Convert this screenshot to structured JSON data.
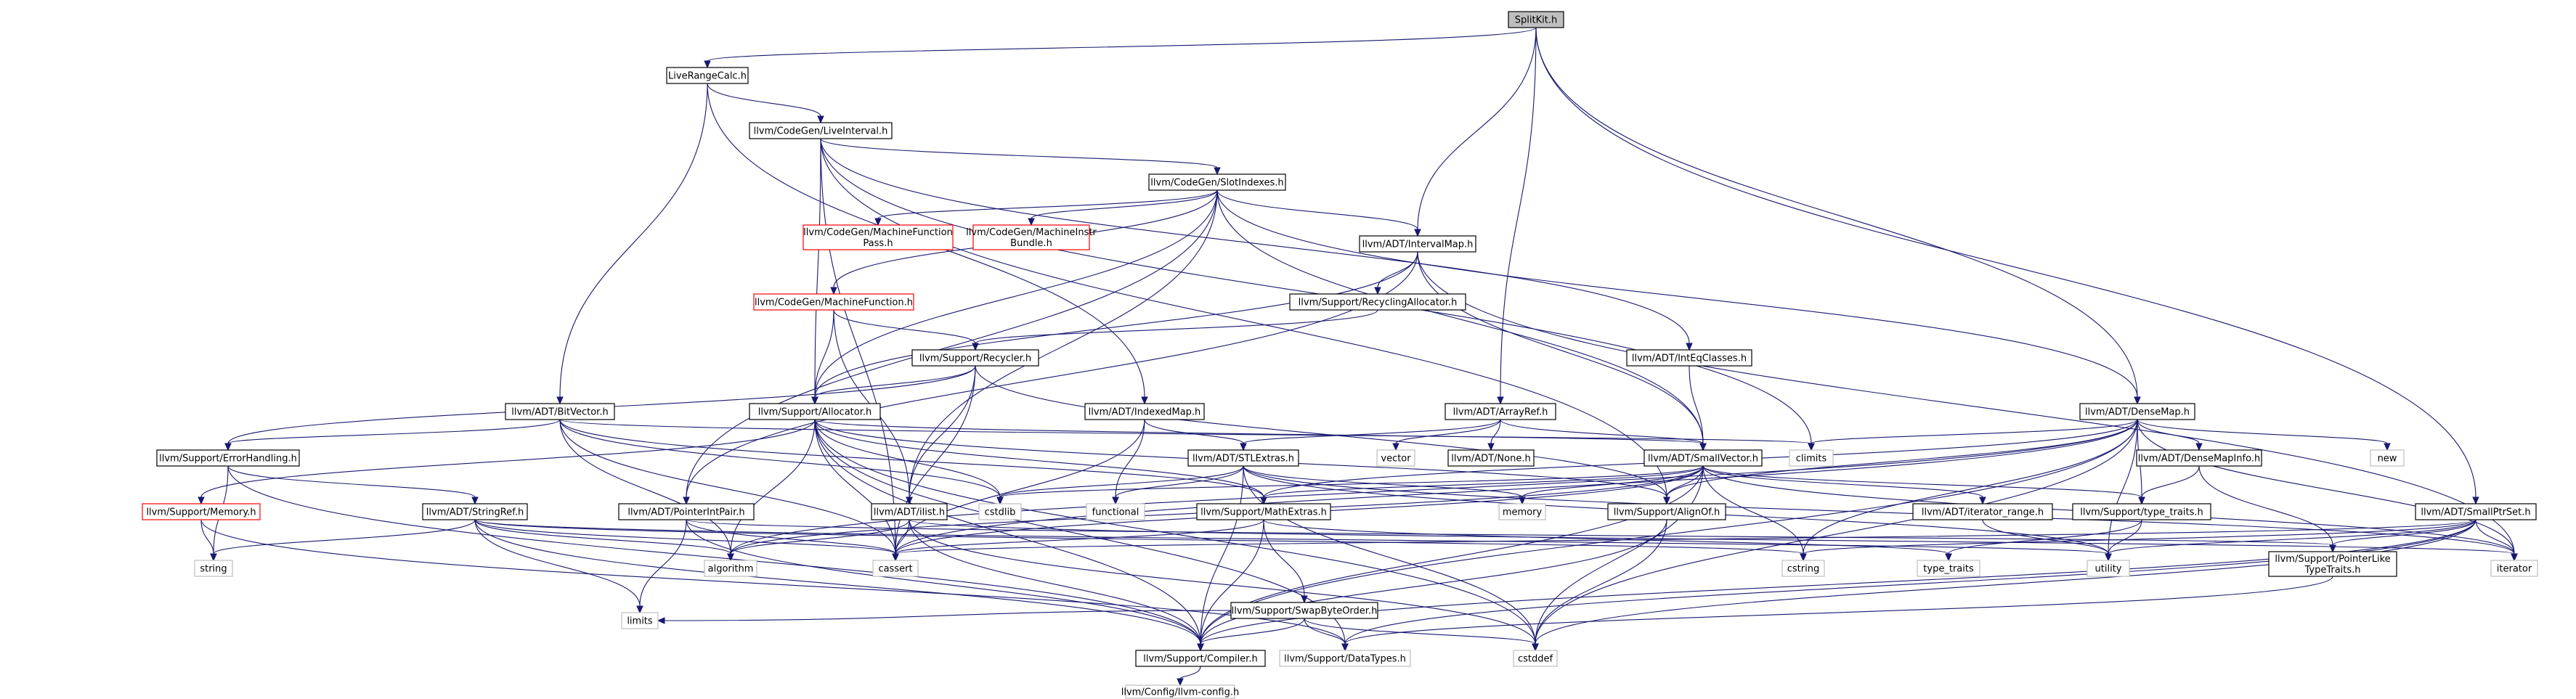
{
  "graph": {
    "title": "SplitKit.h",
    "edge_color": "#191970",
    "nodes": [
      {
        "id": "splitkit",
        "label": [
          "SplitKit.h"
        ],
        "style": "root"
      },
      {
        "id": "liverangecalc",
        "label": [
          "LiveRangeCalc.h"
        ],
        "style": "normal"
      },
      {
        "id": "liveinterval",
        "label": [
          "llvm/CodeGen/LiveInterval.h"
        ],
        "style": "normal"
      },
      {
        "id": "slotindexes",
        "label": [
          "llvm/CodeGen/SlotIndexes.h"
        ],
        "style": "normal"
      },
      {
        "id": "mfpass",
        "label": [
          "llvm/CodeGen/MachineFunction",
          "Pass.h"
        ],
        "style": "red"
      },
      {
        "id": "mibundle",
        "label": [
          "llvm/CodeGen/MachineInstr",
          "Bundle.h"
        ],
        "style": "red"
      },
      {
        "id": "intervalmap",
        "label": [
          "llvm/ADT/IntervalMap.h"
        ],
        "style": "normal"
      },
      {
        "id": "machinefunction",
        "label": [
          "llvm/CodeGen/MachineFunction.h"
        ],
        "style": "red"
      },
      {
        "id": "recyclingalloc",
        "label": [
          "llvm/Support/RecyclingAllocator.h"
        ],
        "style": "normal"
      },
      {
        "id": "recycler",
        "label": [
          "llvm/Support/Recycler.h"
        ],
        "style": "normal"
      },
      {
        "id": "inteqclasses",
        "label": [
          "llvm/ADT/IntEqClasses.h"
        ],
        "style": "normal"
      },
      {
        "id": "bitvector",
        "label": [
          "llvm/ADT/BitVector.h"
        ],
        "style": "normal"
      },
      {
        "id": "allocator",
        "label": [
          "llvm/Support/Allocator.h"
        ],
        "style": "normal"
      },
      {
        "id": "indexedmap",
        "label": [
          "llvm/ADT/IndexedMap.h"
        ],
        "style": "normal"
      },
      {
        "id": "arrayref",
        "label": [
          "llvm/ADT/ArrayRef.h"
        ],
        "style": "normal"
      },
      {
        "id": "densemap",
        "label": [
          "llvm/ADT/DenseMap.h"
        ],
        "style": "normal"
      },
      {
        "id": "errorhandling",
        "label": [
          "llvm/Support/ErrorHandling.h"
        ],
        "style": "normal"
      },
      {
        "id": "stlextras",
        "label": [
          "llvm/ADT/STLExtras.h"
        ],
        "style": "normal"
      },
      {
        "id": "vector",
        "label": [
          "vector"
        ],
        "style": "gray"
      },
      {
        "id": "none",
        "label": [
          "llvm/ADT/None.h"
        ],
        "style": "normal"
      },
      {
        "id": "smallvector",
        "label": [
          "llvm/ADT/SmallVector.h"
        ],
        "style": "normal"
      },
      {
        "id": "climits",
        "label": [
          "climits"
        ],
        "style": "gray"
      },
      {
        "id": "densemapinfo",
        "label": [
          "llvm/ADT/DenseMapInfo.h"
        ],
        "style": "normal"
      },
      {
        "id": "new",
        "label": [
          "new"
        ],
        "style": "gray"
      },
      {
        "id": "memory_h",
        "label": [
          "llvm/Support/Memory.h"
        ],
        "style": "red"
      },
      {
        "id": "stringref",
        "label": [
          "llvm/ADT/StringRef.h"
        ],
        "style": "normal"
      },
      {
        "id": "pointerintpair",
        "label": [
          "llvm/ADT/PointerIntPair.h"
        ],
        "style": "normal"
      },
      {
        "id": "cstdlib",
        "label": [
          "cstdlib"
        ],
        "style": "gray"
      },
      {
        "id": "ilist",
        "label": [
          "llvm/ADT/ilist.h"
        ],
        "style": "normal"
      },
      {
        "id": "functional",
        "label": [
          "functional"
        ],
        "style": "gray"
      },
      {
        "id": "mathextras",
        "label": [
          "llvm/Support/MathExtras.h"
        ],
        "style": "normal"
      },
      {
        "id": "memory",
        "label": [
          "memory"
        ],
        "style": "gray"
      },
      {
        "id": "alignof",
        "label": [
          "llvm/Support/AlignOf.h"
        ],
        "style": "normal"
      },
      {
        "id": "iterrange",
        "label": [
          "llvm/ADT/iterator_range.h"
        ],
        "style": "normal"
      },
      {
        "id": "typetraits_h",
        "label": [
          "llvm/Support/type_traits.h"
        ],
        "style": "normal"
      },
      {
        "id": "smallptrset",
        "label": [
          "llvm/ADT/SmallPtrSet.h"
        ],
        "style": "normal"
      },
      {
        "id": "string",
        "label": [
          "string"
        ],
        "style": "gray"
      },
      {
        "id": "algorithm",
        "label": [
          "algorithm"
        ],
        "style": "gray"
      },
      {
        "id": "cassert",
        "label": [
          "cassert"
        ],
        "style": "gray"
      },
      {
        "id": "cstring",
        "label": [
          "cstring"
        ],
        "style": "gray"
      },
      {
        "id": "type_traits",
        "label": [
          "type_traits"
        ],
        "style": "gray"
      },
      {
        "id": "utility",
        "label": [
          "utility"
        ],
        "style": "gray"
      },
      {
        "id": "ptrliketypetraits",
        "label": [
          "llvm/Support/PointerLike",
          "TypeTraits.h"
        ],
        "style": "normal"
      },
      {
        "id": "iterator",
        "label": [
          "iterator"
        ],
        "style": "gray"
      },
      {
        "id": "swapbyteorder",
        "label": [
          "llvm/Support/SwapByteOrder.h"
        ],
        "style": "normal"
      },
      {
        "id": "limits",
        "label": [
          "limits"
        ],
        "style": "gray"
      },
      {
        "id": "compiler",
        "label": [
          "llvm/Support/Compiler.h"
        ],
        "style": "normal"
      },
      {
        "id": "datatypes",
        "label": [
          "llvm/Support/DataTypes.h"
        ],
        "style": "gray"
      },
      {
        "id": "cstddef",
        "label": [
          "cstddef"
        ],
        "style": "gray"
      },
      {
        "id": "llvmconfig",
        "label": [
          "llvm/Config/llvm-config.h"
        ],
        "style": "gray"
      }
    ],
    "edges": [
      [
        "splitkit",
        "liverangecalc"
      ],
      [
        "splitkit",
        "intervalmap"
      ],
      [
        "splitkit",
        "arrayref"
      ],
      [
        "splitkit",
        "densemap"
      ],
      [
        "splitkit",
        "smallptrset"
      ],
      [
        "liverangecalc",
        "liveinterval"
      ],
      [
        "liverangecalc",
        "bitvector"
      ],
      [
        "liverangecalc",
        "indexedmap"
      ],
      [
        "liveinterval",
        "slotindexes"
      ],
      [
        "liveinterval",
        "inteqclasses"
      ],
      [
        "liveinterval",
        "allocator"
      ],
      [
        "liveinterval",
        "cassert"
      ],
      [
        "liveinterval",
        "climits"
      ],
      [
        "liveinterval",
        "alignof"
      ],
      [
        "slotindexes",
        "mfpass"
      ],
      [
        "slotindexes",
        "mibundle"
      ],
      [
        "slotindexes",
        "intervalmap"
      ],
      [
        "slotindexes",
        "machinefunction"
      ],
      [
        "slotindexes",
        "allocator"
      ],
      [
        "slotindexes",
        "pointerintpair"
      ],
      [
        "slotindexes",
        "ilist"
      ],
      [
        "slotindexes",
        "smallvector"
      ],
      [
        "slotindexes",
        "densemap"
      ],
      [
        "intervalmap",
        "recyclingalloc"
      ],
      [
        "intervalmap",
        "smallvector"
      ],
      [
        "intervalmap",
        "allocator"
      ],
      [
        "intervalmap",
        "pointerintpair"
      ],
      [
        "intervalmap",
        "iterator"
      ],
      [
        "machinefunction",
        "recycler"
      ],
      [
        "machinefunction",
        "allocator"
      ],
      [
        "machinefunction",
        "ilist"
      ],
      [
        "recyclingalloc",
        "recycler"
      ],
      [
        "recycler",
        "allocator"
      ],
      [
        "recycler",
        "errorhandling"
      ],
      [
        "recycler",
        "alignof"
      ],
      [
        "recycler",
        "ilist"
      ],
      [
        "recycler",
        "cassert"
      ],
      [
        "inteqclasses",
        "smallvector"
      ],
      [
        "bitvector",
        "errorhandling"
      ],
      [
        "bitvector",
        "mathextras"
      ],
      [
        "bitvector",
        "algorithm"
      ],
      [
        "bitvector",
        "cassert"
      ],
      [
        "bitvector",
        "climits"
      ],
      [
        "bitvector",
        "cstdlib"
      ],
      [
        "allocator",
        "smallvector"
      ],
      [
        "allocator",
        "alignof"
      ],
      [
        "allocator",
        "datatypes"
      ],
      [
        "allocator",
        "mathextras"
      ],
      [
        "allocator",
        "memory_h"
      ],
      [
        "allocator",
        "algorithm"
      ],
      [
        "allocator",
        "cassert"
      ],
      [
        "allocator",
        "cstddef"
      ],
      [
        "allocator",
        "cstdlib"
      ],
      [
        "allocator",
        "compiler"
      ],
      [
        "indexedmap",
        "stlextras"
      ],
      [
        "indexedmap",
        "cassert"
      ],
      [
        "indexedmap",
        "functional"
      ],
      [
        "arrayref",
        "none"
      ],
      [
        "arrayref",
        "smallvector"
      ],
      [
        "arrayref",
        "vector"
      ],
      [
        "arrayref",
        "stlextras"
      ],
      [
        "densemap",
        "densemapinfo"
      ],
      [
        "densemap",
        "mathextras"
      ],
      [
        "densemap",
        "alignof"
      ],
      [
        "densemap",
        "compiler"
      ],
      [
        "densemap",
        "typetraits_h"
      ],
      [
        "densemap",
        "algorithm"
      ],
      [
        "densemap",
        "cassert"
      ],
      [
        "densemap",
        "climits"
      ],
      [
        "densemap",
        "cstddef"
      ],
      [
        "densemap",
        "cstring"
      ],
      [
        "densemap",
        "iterator"
      ],
      [
        "densemap",
        "new"
      ],
      [
        "densemap",
        "utility"
      ],
      [
        "errorhandling",
        "stringref"
      ],
      [
        "errorhandling",
        "compiler"
      ],
      [
        "errorhandling",
        "string"
      ],
      [
        "stlextras",
        "compiler"
      ],
      [
        "stlextras",
        "cstddef"
      ],
      [
        "stlextras",
        "cstdlib"
      ],
      [
        "stlextras",
        "functional"
      ],
      [
        "stlextras",
        "iterator"
      ],
      [
        "stlextras",
        "memory"
      ],
      [
        "stlextras",
        "utility"
      ],
      [
        "smallvector",
        "iterrange"
      ],
      [
        "smallvector",
        "alignof"
      ],
      [
        "smallvector",
        "compiler"
      ],
      [
        "smallvector",
        "mathextras"
      ],
      [
        "smallvector",
        "typetraits_h"
      ],
      [
        "smallvector",
        "algorithm"
      ],
      [
        "smallvector",
        "cassert"
      ],
      [
        "smallvector",
        "cstddef"
      ],
      [
        "smallvector",
        "cstdlib"
      ],
      [
        "smallvector",
        "cstring"
      ],
      [
        "smallvector",
        "iterator"
      ],
      [
        "smallvector",
        "memory"
      ],
      [
        "densemapinfo",
        "ptrliketypetraits"
      ],
      [
        "densemapinfo",
        "typetraits_h"
      ],
      [
        "memory_h",
        "datatypes"
      ],
      [
        "memory_h",
        "string"
      ],
      [
        "stringref",
        "compiler"
      ],
      [
        "stringref",
        "algorithm"
      ],
      [
        "stringref",
        "cassert"
      ],
      [
        "stringref",
        "cstring"
      ],
      [
        "stringref",
        "limits"
      ],
      [
        "stringref",
        "string"
      ],
      [
        "stringref",
        "utility"
      ],
      [
        "pointerintpair",
        "compiler"
      ],
      [
        "pointerintpair",
        "ptrliketypetraits"
      ],
      [
        "pointerintpair",
        "cassert"
      ],
      [
        "pointerintpair",
        "limits"
      ],
      [
        "ilist",
        "compiler"
      ],
      [
        "ilist",
        "algorithm"
      ],
      [
        "ilist",
        "cassert"
      ],
      [
        "ilist",
        "cstddef"
      ],
      [
        "ilist",
        "iterator"
      ],
      [
        "mathextras",
        "compiler"
      ],
      [
        "mathextras",
        "swapbyteorder"
      ],
      [
        "mathextras",
        "cassert"
      ],
      [
        "mathextras",
        "type_traits"
      ],
      [
        "alignof",
        "compiler"
      ],
      [
        "alignof",
        "cstddef"
      ],
      [
        "iterrange",
        "utility"
      ],
      [
        "typetraits_h",
        "type_traits"
      ],
      [
        "typetraits_h",
        "utility"
      ],
      [
        "smallptrset",
        "compiler"
      ],
      [
        "smallptrset",
        "datatypes"
      ],
      [
        "smallptrset",
        "ptrliketypetraits"
      ],
      [
        "smallptrset",
        "cassert"
      ],
      [
        "smallptrset",
        "cstddef"
      ],
      [
        "smallptrset",
        "cstring"
      ],
      [
        "smallptrset",
        "iterator"
      ],
      [
        "smallptrset",
        "utility"
      ],
      [
        "ptrliketypetraits",
        "datatypes"
      ],
      [
        "swapbyteorder",
        "compiler"
      ],
      [
        "swapbyteorder",
        "datatypes"
      ],
      [
        "swapbyteorder",
        "cstddef"
      ],
      [
        "swapbyteorder",
        "limits"
      ],
      [
        "compiler",
        "llvmconfig"
      ]
    ]
  }
}
